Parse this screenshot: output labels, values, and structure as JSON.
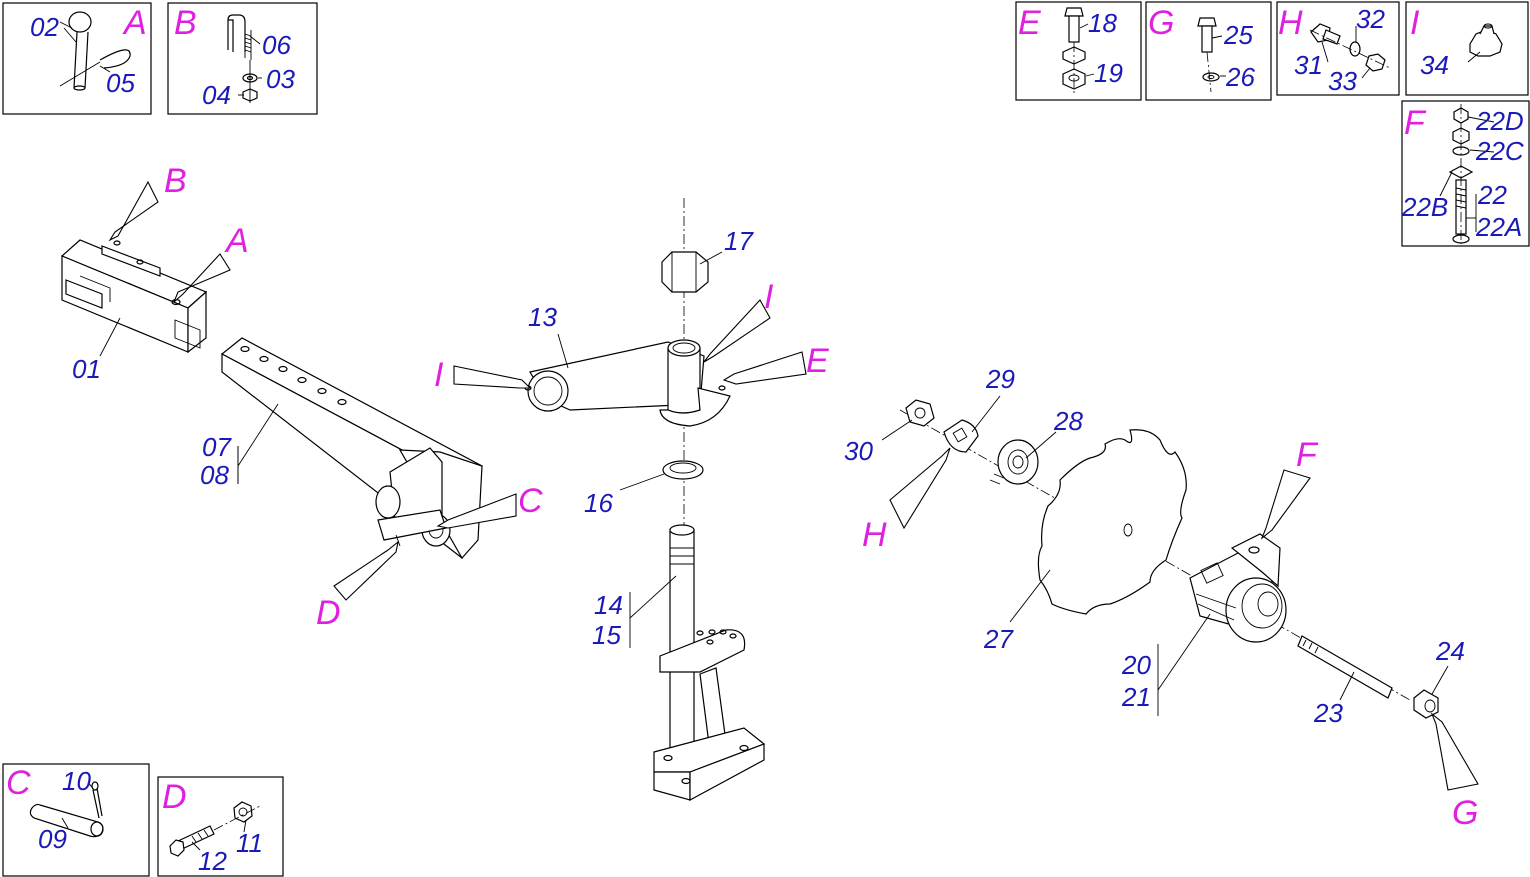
{
  "colors": {
    "part_number": "#1a1ab8",
    "callout_letter": "#e020e0",
    "line": "#000000"
  },
  "detail_boxes": [
    {
      "letter": "A",
      "parts": [
        "02",
        "05"
      ]
    },
    {
      "letter": "B",
      "parts": [
        "06",
        "03",
        "04"
      ]
    },
    {
      "letter": "C",
      "parts": [
        "10",
        "09"
      ]
    },
    {
      "letter": "D",
      "parts": [
        "11",
        "12"
      ]
    },
    {
      "letter": "E",
      "parts": [
        "18",
        "19"
      ]
    },
    {
      "letter": "G",
      "parts": [
        "25",
        "26"
      ]
    },
    {
      "letter": "H",
      "parts": [
        "31",
        "32",
        "33"
      ]
    },
    {
      "letter": "I",
      "parts": [
        "34"
      ]
    },
    {
      "letter": "F",
      "parts": [
        "22D",
        "22C",
        "22B",
        "22",
        "22A"
      ]
    }
  ],
  "main_labels": {
    "p01": "01",
    "p0708a": "07",
    "p0708b": "08",
    "p13": "13",
    "p17": "17",
    "p16": "16",
    "p14": "14",
    "p15": "15",
    "p30": "30",
    "p29": "29",
    "p28": "28",
    "p27": "27",
    "p2021a": "20",
    "p2021b": "21",
    "p23": "23",
    "p24": "24"
  },
  "callouts": {
    "a": "A",
    "b": "B",
    "c": "C",
    "d": "D",
    "e": "E",
    "f": "F",
    "g": "G",
    "h": "H",
    "i_left": "I",
    "i_top": "I"
  }
}
